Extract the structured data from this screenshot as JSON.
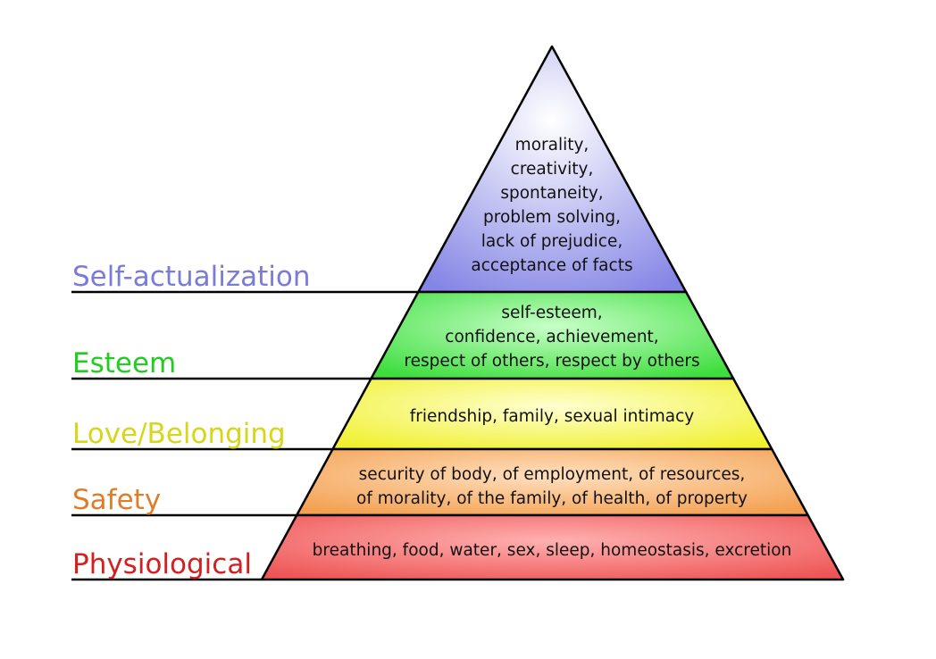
{
  "levels": [
    {
      "name": "Self-actualization",
      "color": "#7b7bd9",
      "fill": "#8585e6",
      "lines": [
        "morality,",
        "creativity,",
        "spontaneity,",
        "problem solving,",
        "lack of prejudice,",
        "acceptance of facts"
      ]
    },
    {
      "name": "Esteem",
      "color": "#22cc22",
      "fill": "#3ddd3d",
      "lines": [
        "self-esteem,",
        "confidence, achievement,",
        "respect of others, respect by others"
      ]
    },
    {
      "name": "Love/Belonging",
      "color": "#d6d61a",
      "fill": "#f0f030",
      "lines": [
        "friendship, family, sexual intimacy"
      ]
    },
    {
      "name": "Safety",
      "color": "#e07d2a",
      "fill": "#f3a050",
      "lines": [
        "security of body, of employment, of resources,",
        "of morality, of the family, of health, of property"
      ]
    },
    {
      "name": "Physiological",
      "color": "#d41f1f",
      "fill": "#ee5656",
      "lines": [
        "breathing, food, water, sex, sleep, homeostasis, excretion"
      ]
    }
  ]
}
